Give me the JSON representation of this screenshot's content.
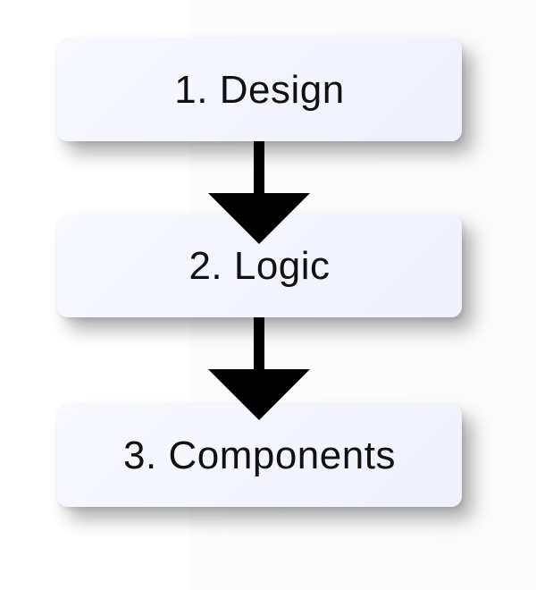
{
  "diagram": {
    "steps": [
      {
        "label": "1. Design"
      },
      {
        "label": "2. Logic"
      },
      {
        "label": "3. Components"
      }
    ],
    "edges": [
      {
        "from": "1. Design",
        "to": "2. Logic"
      },
      {
        "from": "2. Logic",
        "to": "3. Components"
      }
    ]
  },
  "colors": {
    "box_fill": "#f3f5ff",
    "arrow": "#000000",
    "text": "#111111"
  }
}
